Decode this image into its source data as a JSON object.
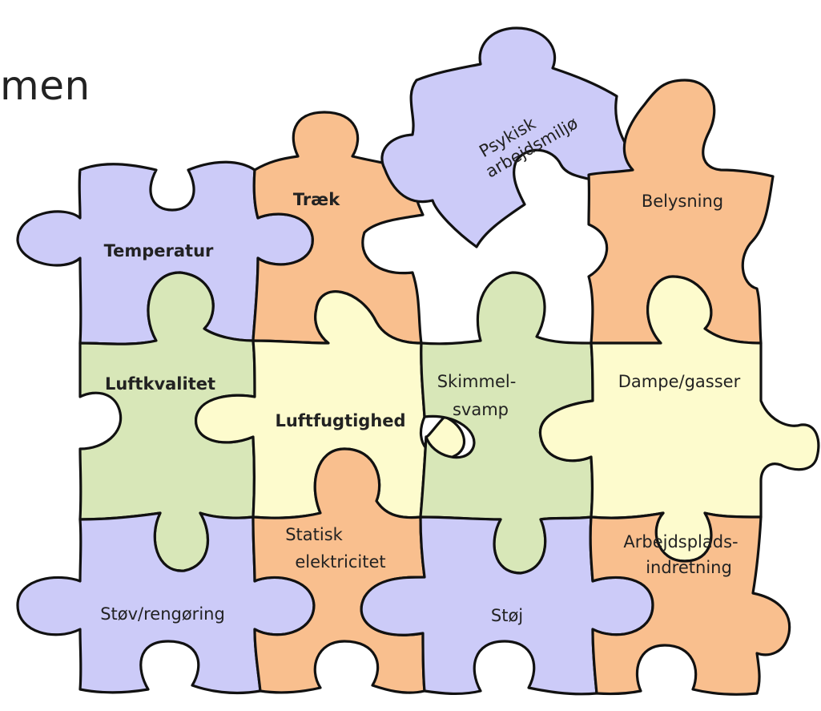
{
  "title": "men",
  "colors": {
    "lavender": "#cccbf8",
    "orange": "#f9bf8e",
    "green": "#d8e7b8",
    "yellow": "#fdfbcd",
    "outline": "#111111"
  },
  "pieces": {
    "temperatur": "Temperatur",
    "traek": "Træk",
    "psykisk_line1": "Psykisk",
    "psykisk_line2": "arbejdsmiljø",
    "belysning": "Belysning",
    "luftkvalitet": "Luftkvalitet",
    "luftfugtighed": "Luftfugtighed",
    "skimmel_line1": "Skimmel-",
    "skimmel_line2": "svamp",
    "dampe": "Dampe/gasser",
    "stov": "Støv/rengøring",
    "statisk_line1": "Statisk",
    "statisk_line2": "elektricitet",
    "stoj": "Støj",
    "arbejdsplads_line1": "Arbejdsplads-",
    "arbejdsplads_line2": "indretning"
  }
}
